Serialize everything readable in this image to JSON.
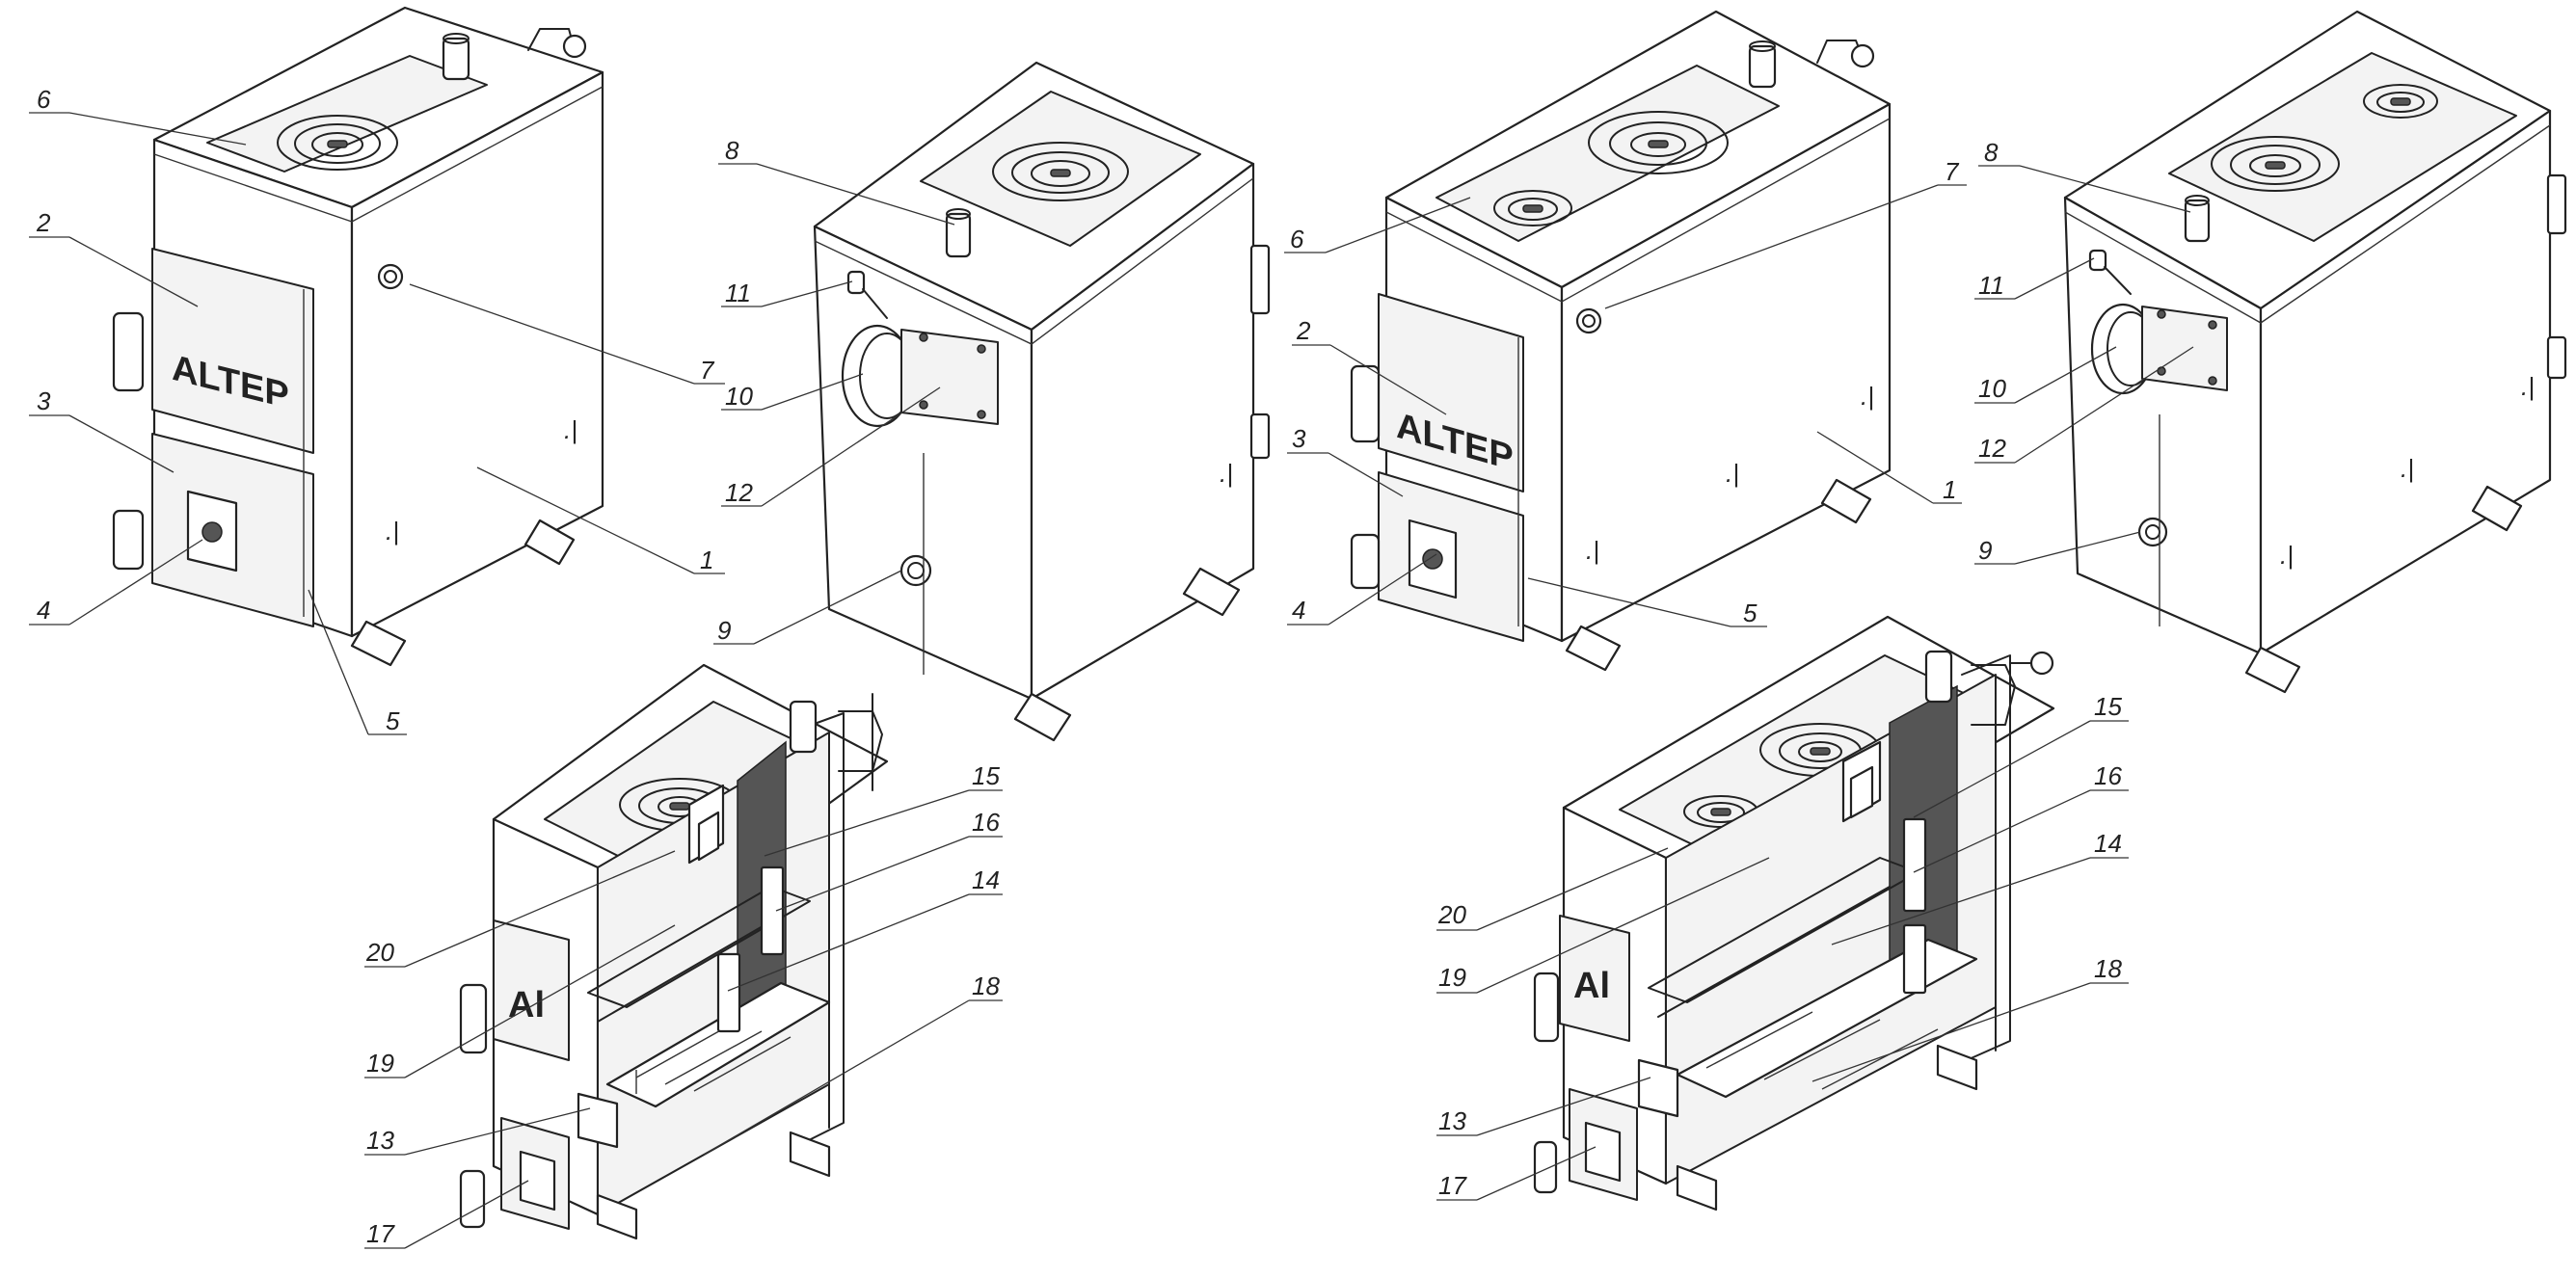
{
  "brand_text": "ALTEP",
  "views": [
    {
      "id": "view-1",
      "callouts": [
        {
          "label": "6"
        },
        {
          "label": "2"
        },
        {
          "label": "3"
        },
        {
          "label": "4"
        },
        {
          "label": "5"
        },
        {
          "label": "7"
        },
        {
          "label": "1"
        }
      ]
    },
    {
      "id": "view-2",
      "callouts": [
        {
          "label": "8"
        },
        {
          "label": "11"
        },
        {
          "label": "10"
        },
        {
          "label": "12"
        },
        {
          "label": "9"
        }
      ]
    },
    {
      "id": "view-3",
      "callouts": [
        {
          "label": "6"
        },
        {
          "label": "2"
        },
        {
          "label": "3"
        },
        {
          "label": "4"
        },
        {
          "label": "7"
        },
        {
          "label": "5"
        },
        {
          "label": "1"
        }
      ]
    },
    {
      "id": "view-4",
      "callouts": [
        {
          "label": "8"
        },
        {
          "label": "11"
        },
        {
          "label": "10"
        },
        {
          "label": "12"
        },
        {
          "label": "9"
        }
      ]
    },
    {
      "id": "view-5",
      "callouts": [
        {
          "label": "20"
        },
        {
          "label": "19"
        },
        {
          "label": "13"
        },
        {
          "label": "17"
        },
        {
          "label": "15"
        },
        {
          "label": "16"
        },
        {
          "label": "14"
        },
        {
          "label": "18"
        }
      ]
    },
    {
      "id": "view-6",
      "callouts": [
        {
          "label": "20"
        },
        {
          "label": "19"
        },
        {
          "label": "13"
        },
        {
          "label": "17"
        },
        {
          "label": "15"
        },
        {
          "label": "16"
        },
        {
          "label": "14"
        },
        {
          "label": "18"
        }
      ]
    }
  ]
}
